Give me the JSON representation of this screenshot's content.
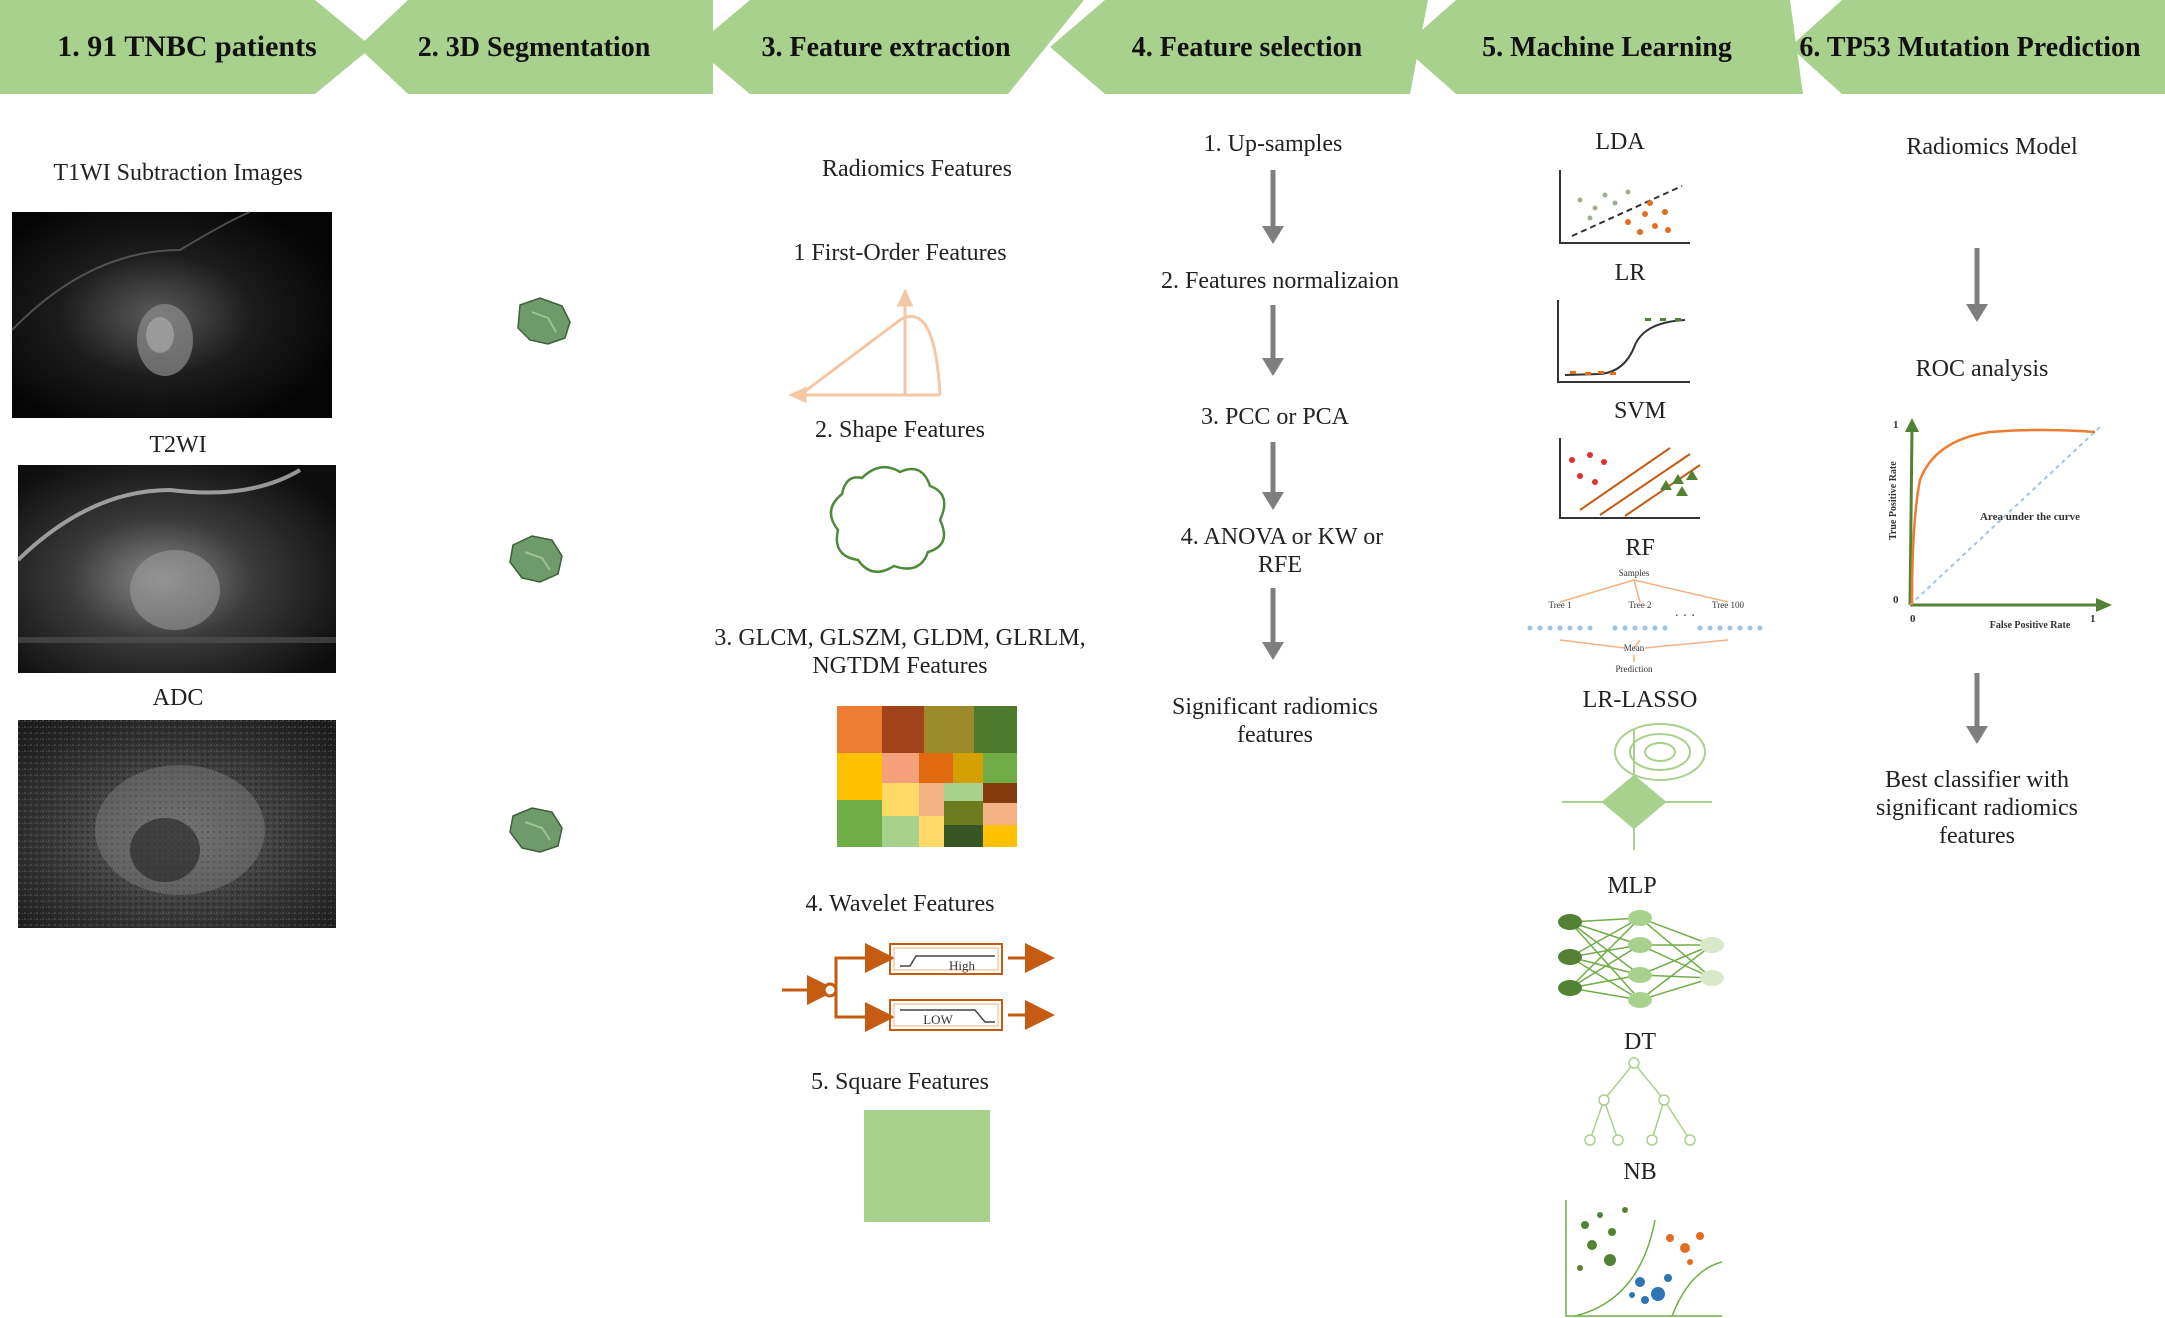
{
  "stages": [
    {
      "label": "1. 91 TNBC patients"
    },
    {
      "label": "2. 3D Segmentation"
    },
    {
      "label": "3. Feature extraction"
    },
    {
      "label": "4. Feature selection"
    },
    {
      "label": "5. Machine Learning"
    },
    {
      "label": "6. TP53 Mutation Prediction"
    }
  ],
  "images": {
    "t1_label": "T1WI Subtraction Images",
    "t2_label": "T2WI",
    "adc_label": "ADC"
  },
  "features": {
    "title": "Radiomics Features",
    "first_order": "1  First-Order Features",
    "shape": "2. Shape Features",
    "texture_line1": "3. GLCM, GLSZM, GLDM, GLRLM,",
    "texture_line2": "NGTDM Features",
    "wavelet": "4. Wavelet Features",
    "wavelet_high": "High",
    "wavelet_low": "LOW",
    "square": "5. Square Features"
  },
  "selection": {
    "step1": "1. Up-samples",
    "step2": "2. Features normalizaion",
    "step3": "3. PCC or PCA",
    "step4_line1": "4. ANOVA or KW or",
    "step4_line2": "RFE",
    "result_line1": "Significant  radiomics",
    "result_line2": "features"
  },
  "ml": {
    "lda": "LDA",
    "lr": "LR",
    "svm": "SVM",
    "rf": "RF",
    "rf_samples": "Samples",
    "rf_tree1": "Tree 1",
    "rf_tree2": "Tree 2",
    "rf_tree100": "Tree 100",
    "rf_dots": "· · ·",
    "rf_mean": "Mean",
    "rf_prediction": "Prediction",
    "lasso": "LR-LASSO",
    "mlp": "MLP",
    "dt": "DT",
    "nb": "NB"
  },
  "prediction": {
    "model": "Radiomics Model",
    "roc": "ROC analysis",
    "roc_ylabel": "True Positive Rate",
    "roc_xlabel": "False Positive Rate",
    "roc_auc": "Area under the curve",
    "roc_y1": "1",
    "roc_y0": "0",
    "roc_x0": "0",
    "roc_x1": "1",
    "best_line1": "Best classifier with",
    "best_line2": "significant radiomics",
    "best_line3": "features"
  },
  "colors": {
    "banner": "#a9d18e",
    "arrow": "#7f7f7f",
    "tumor": "#6f9a6a",
    "peach": "#f4c7a5",
    "orange": "#e36c1f",
    "green": "#70ad47",
    "wavelet": "#c55a11"
  }
}
